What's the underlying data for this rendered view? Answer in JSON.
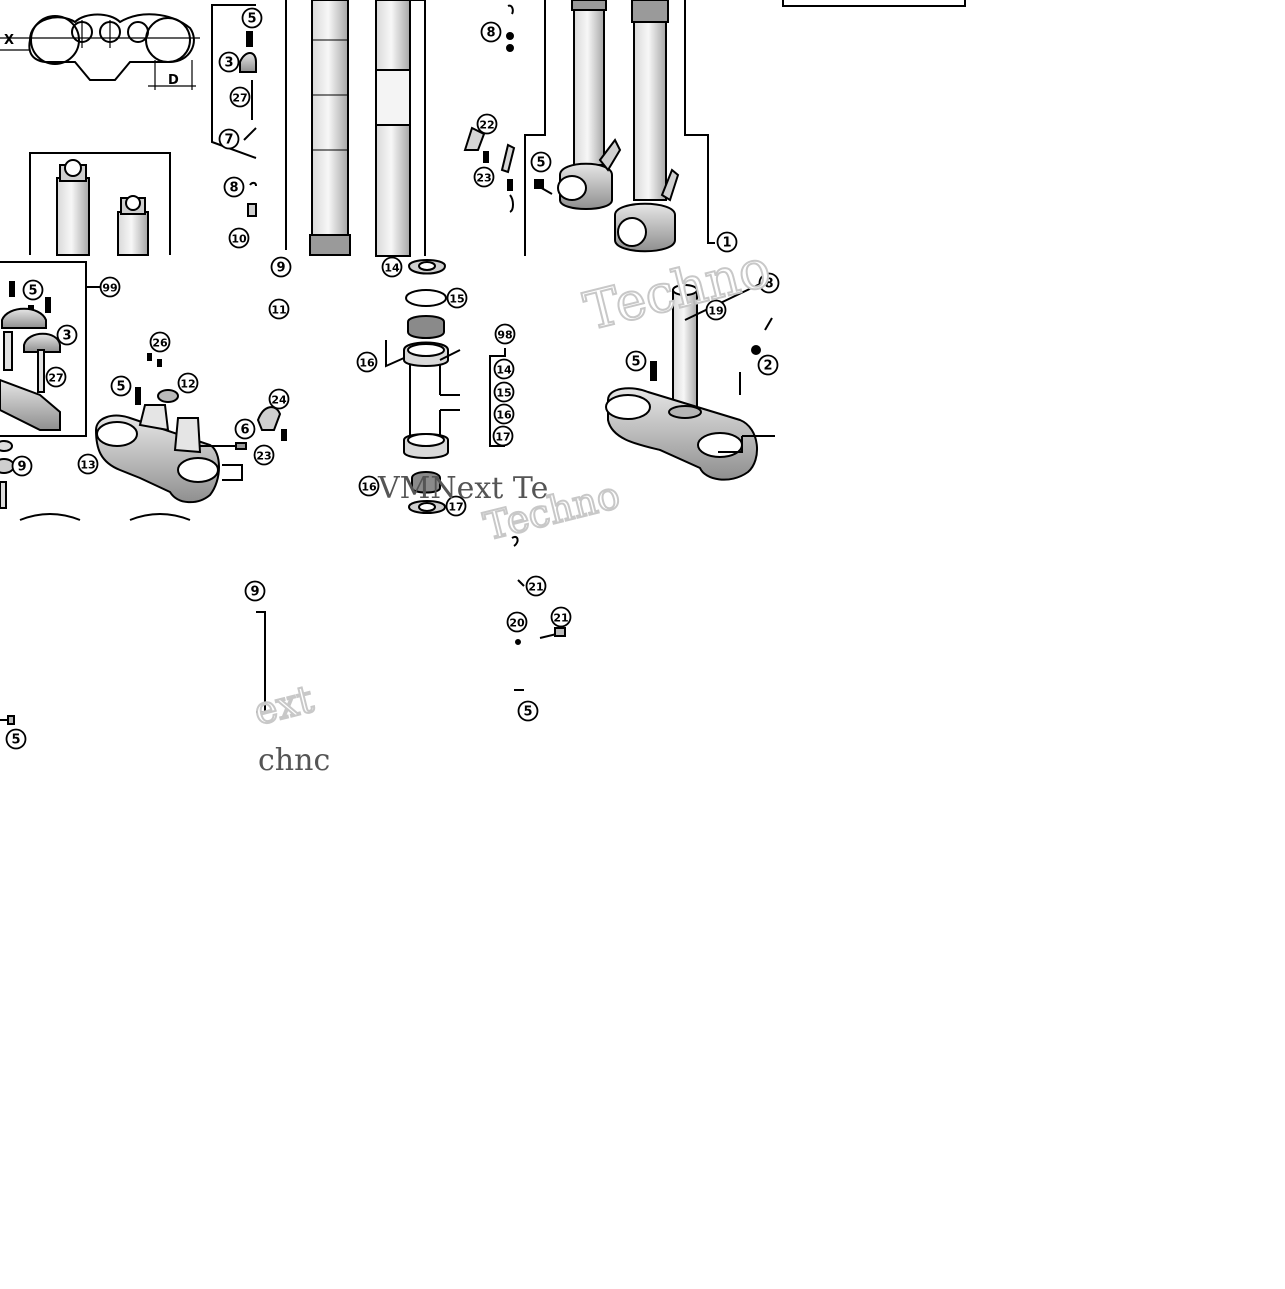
{
  "dimension_labels": {
    "x": "X",
    "d": "D"
  },
  "callouts": [
    {
      "id": "c5a",
      "label": "5"
    },
    {
      "id": "c3a",
      "label": "3"
    },
    {
      "id": "c27a",
      "label": "27"
    },
    {
      "id": "c7",
      "label": "7"
    },
    {
      "id": "c8a",
      "label": "8"
    },
    {
      "id": "c10",
      "label": "10"
    },
    {
      "id": "c8b",
      "label": "8"
    },
    {
      "id": "c22",
      "label": "22"
    },
    {
      "id": "c23a",
      "label": "23"
    },
    {
      "id": "c5b",
      "label": "5"
    },
    {
      "id": "c1",
      "label": "1"
    },
    {
      "id": "c9a",
      "label": "9"
    },
    {
      "id": "c14a",
      "label": "14"
    },
    {
      "id": "c11",
      "label": "11"
    },
    {
      "id": "c15",
      "label": "15"
    },
    {
      "id": "c5c",
      "label": "5"
    },
    {
      "id": "c99",
      "label": "99"
    },
    {
      "id": "c3b",
      "label": "3"
    },
    {
      "id": "c27b",
      "label": "27"
    },
    {
      "id": "c26",
      "label": "26"
    },
    {
      "id": "c5d",
      "label": "5"
    },
    {
      "id": "c12",
      "label": "12"
    },
    {
      "id": "c24",
      "label": "24"
    },
    {
      "id": "c6",
      "label": "6"
    },
    {
      "id": "c23b",
      "label": "23"
    },
    {
      "id": "c13",
      "label": "13"
    },
    {
      "id": "c9b",
      "label": "9"
    },
    {
      "id": "c16a",
      "label": "16"
    },
    {
      "id": "c98",
      "label": "98"
    },
    {
      "id": "c14b",
      "label": "14"
    },
    {
      "id": "c15b",
      "label": "15"
    },
    {
      "id": "c16b",
      "label": "16"
    },
    {
      "id": "c17a",
      "label": "17"
    },
    {
      "id": "c16c",
      "label": "16"
    },
    {
      "id": "c17b",
      "label": "17"
    },
    {
      "id": "c19",
      "label": "19"
    },
    {
      "id": "c5e",
      "label": "5"
    },
    {
      "id": "c8c",
      "label": "8"
    },
    {
      "id": "c2",
      "label": "2"
    },
    {
      "id": "c21a",
      "label": "21"
    },
    {
      "id": "c21b",
      "label": "21"
    },
    {
      "id": "c20",
      "label": "20"
    },
    {
      "id": "c5f",
      "label": "5"
    },
    {
      "id": "c5g",
      "label": "5"
    },
    {
      "id": "c9c",
      "label": "9"
    }
  ],
  "watermarks": {
    "w1": "Techno",
    "w2": "VMNext Te",
    "w3": "Techno",
    "w4": "ext",
    "w5": "chnc"
  },
  "colors": {
    "ink": "#000000",
    "paper": "#ffffff",
    "shade": "#bdbdbd",
    "watermark": "#c8c8c8"
  }
}
